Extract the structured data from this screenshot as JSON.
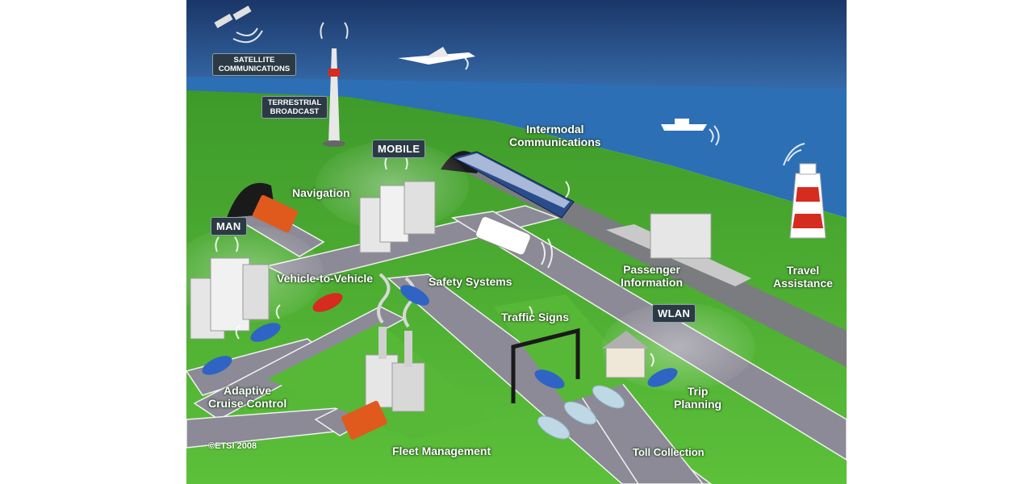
{
  "diagram": {
    "copyright": "©ETSI 2008",
    "tags": {
      "satellite": "SATELLITE\nCOMMUNICATIONS",
      "terrestrial": "TERRESTRIAL\nBROADCAST",
      "mobile": "MOBILE",
      "man": "MAN",
      "wlan": "WLAN"
    },
    "labels": {
      "intermodal": "Intermodal\nCommunications",
      "navigation": "Navigation",
      "vehicle_to_vehicle": "Vehicle-to-Vehicle",
      "safety_systems": "Safety Systems",
      "passenger_information": "Passenger\nInformation",
      "travel_assistance": "Travel\nAssistance",
      "traffic_signs": "Traffic Signs",
      "adaptive_cruise_control": "Adaptive\nCruise Control",
      "trip_planning": "Trip\nPlanning",
      "fleet_management": "Fleet Management",
      "toll_collection": "Toll Collection"
    },
    "colors": {
      "sky_top": "#1f3f73",
      "sea": "#2c6fb5",
      "grass": "#4fb030",
      "road": "#8c8a96",
      "tag_bg": "#2b3a44"
    }
  }
}
